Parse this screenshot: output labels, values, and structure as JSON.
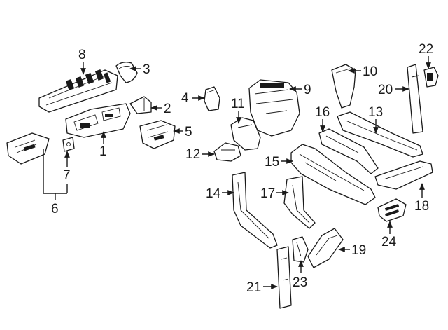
{
  "callouts": {
    "c1": "1",
    "c2": "2",
    "c3": "3",
    "c4": "4",
    "c5": "5",
    "c6": "6",
    "c7": "7",
    "c8": "8",
    "c9": "9",
    "c10": "10",
    "c11": "11",
    "c12": "12",
    "c13": "13",
    "c14": "14",
    "c15": "15",
    "c16": "16",
    "c17": "17",
    "c18": "18",
    "c19": "19",
    "c20": "20",
    "c21": "21",
    "c22": "22",
    "c23": "23",
    "c24": "24"
  },
  "colors": {
    "ink": "#1a1a1a",
    "background": "#ffffff"
  }
}
